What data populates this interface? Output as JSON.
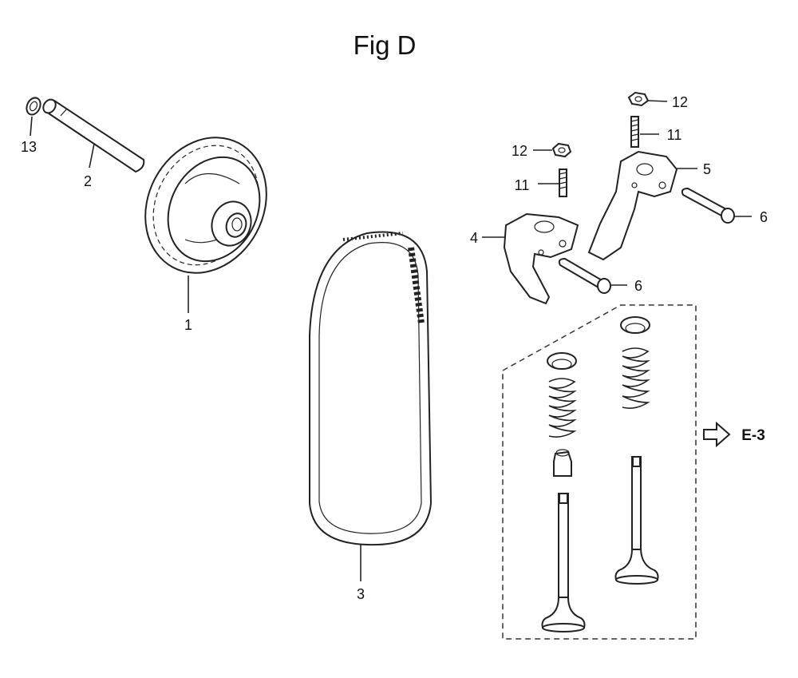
{
  "title": "Fig D",
  "callouts": {
    "c13": "13",
    "c2": "2",
    "c1": "1",
    "c3": "3",
    "c12a": "12",
    "c11a": "11",
    "c12b": "12",
    "c11b": "11",
    "c5": "5",
    "c6a": "6",
    "c4": "4",
    "c6b": "6"
  },
  "reference": "E-3"
}
